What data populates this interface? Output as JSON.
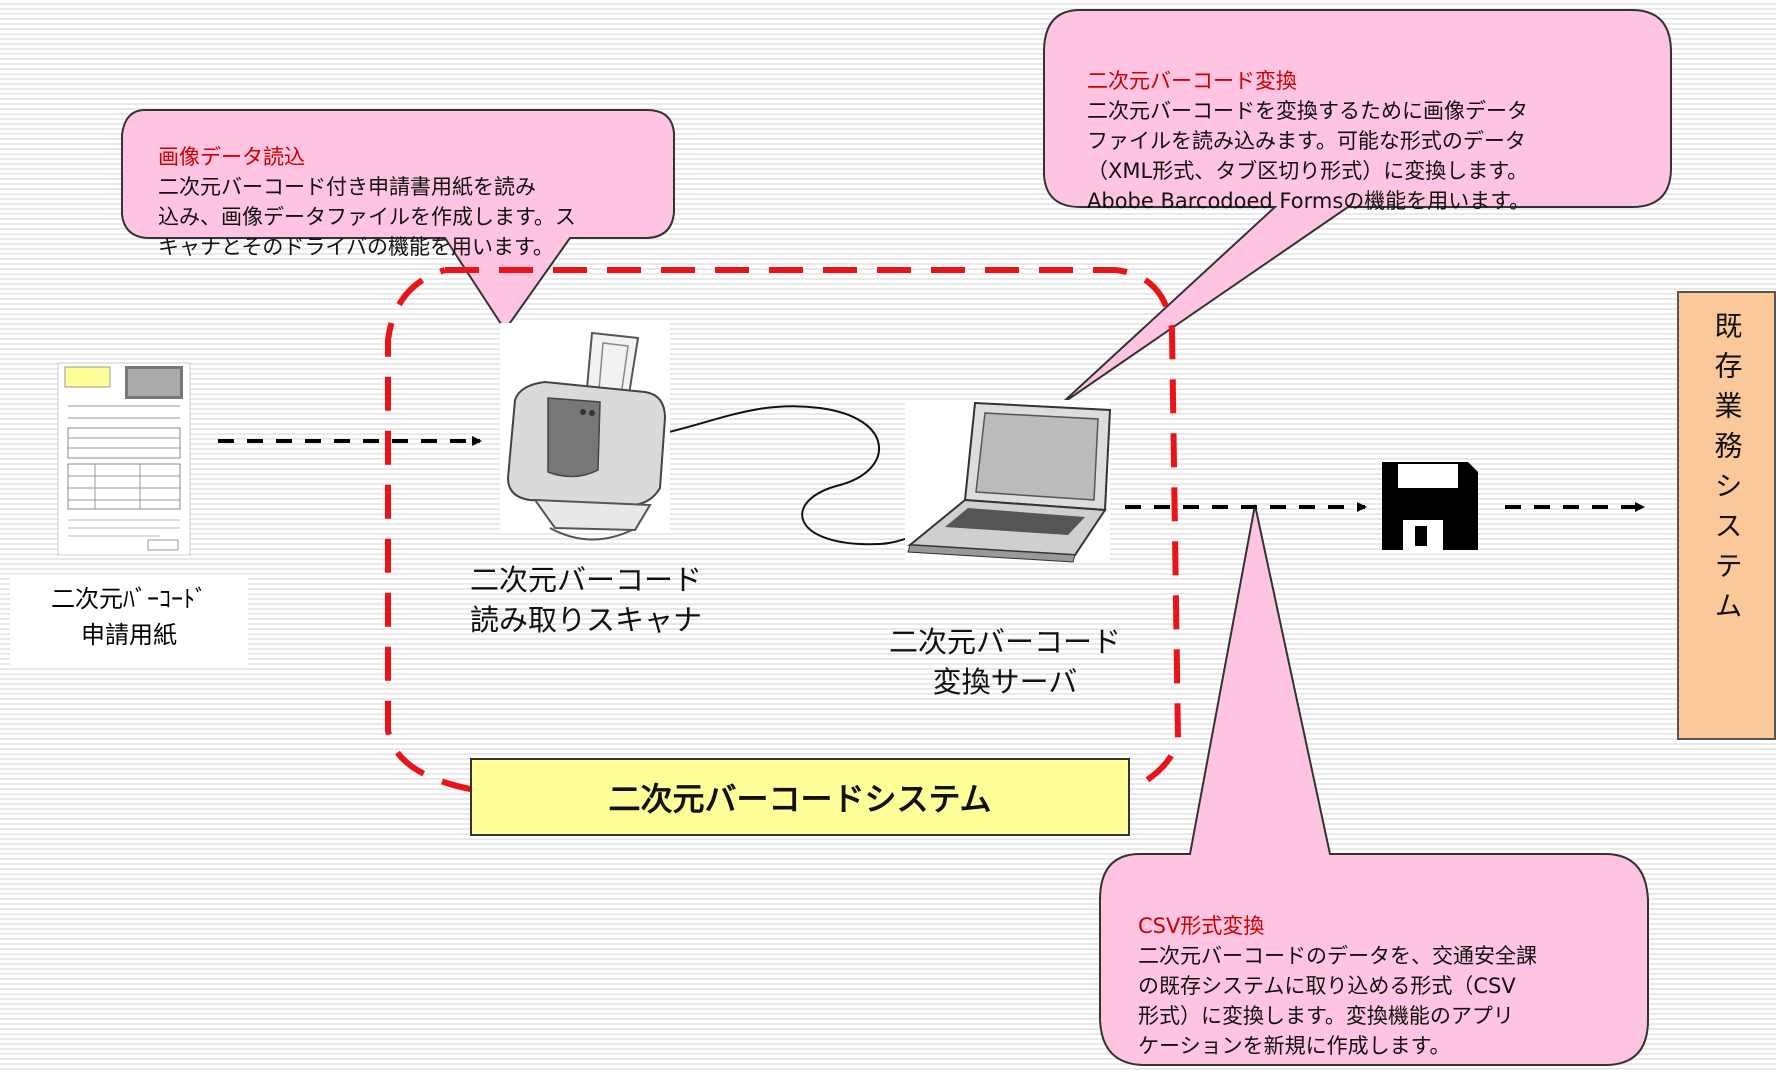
{
  "document": {
    "caption_line1": "二次元ﾊﾞｰｺｰﾄﾞ",
    "caption_line2": "申請用紙"
  },
  "scanner": {
    "label_line1": "二次元バーコード",
    "label_line2": "読み取りスキャナ"
  },
  "server": {
    "label_line1": "二次元バーコード",
    "label_line2": "変換サーバ"
  },
  "system_box": {
    "label": "二次元バーコードシステム"
  },
  "existing_system": {
    "label": "既存業務システム"
  },
  "callouts": {
    "image_read": {
      "title": "画像データ読込",
      "body": "二次元バーコード付き申請書用紙を読み\n込み、画像データファイルを作成します。ス\nキャナとそのドライバの機能を用います。"
    },
    "barcode_convert": {
      "title": "二次元バーコード変換",
      "body": "二次元バーコードを変換するために画像データ\nファイルを読み込みます。可能な形式のデータ\n（XML形式、タブ区切り形式）に変換します。\nAbobe Barcodoed Formsの機能を用います。"
    },
    "csv_convert": {
      "title": "CSV形式変換",
      "body": "二次元バーコードのデータを、交通安全課\nの既存システムに取り込める形式（CSV\n形式）に変換します。変換機能のアプリ\nケーションを新規に作成します。"
    }
  },
  "colors": {
    "callout_fill": "#ffc4e1",
    "callout_title": "#cc0000",
    "dashed_boundary": "#e8141a",
    "system_box_fill": "#ffff99",
    "existing_box_fill": "#fbc899"
  },
  "icons": [
    "document-icon",
    "printer-scanner-icon",
    "laptop-icon",
    "floppy-disk-icon"
  ]
}
